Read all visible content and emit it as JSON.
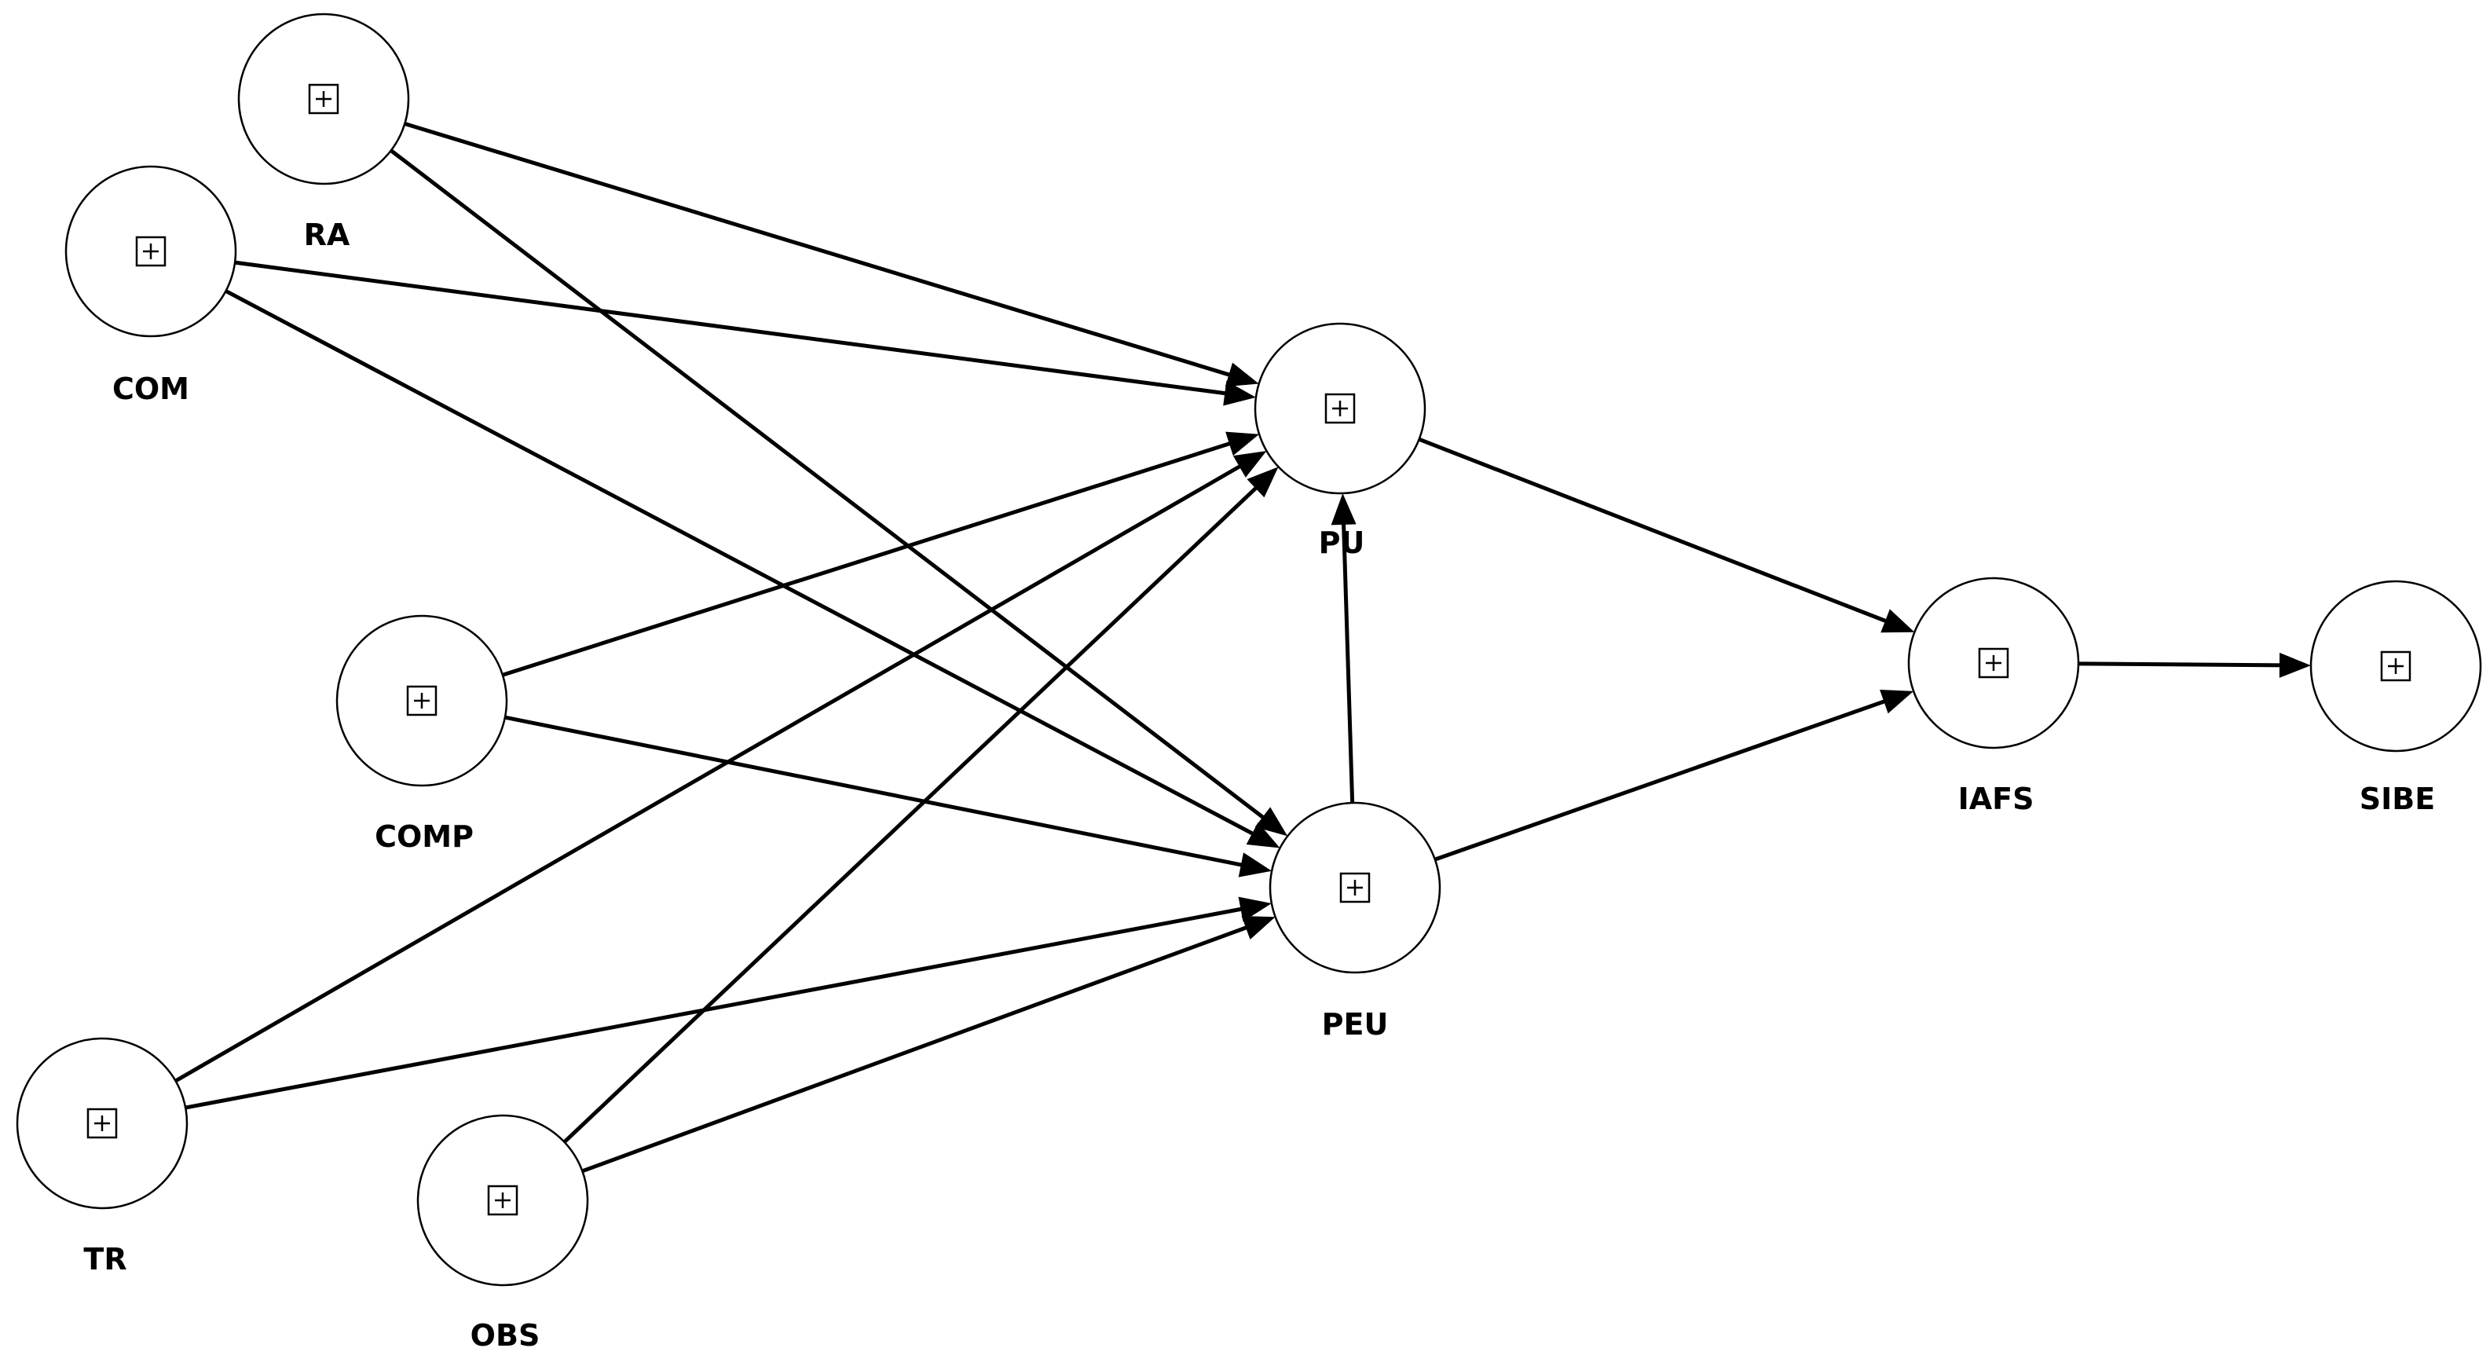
{
  "diagram": {
    "type": "path-model",
    "nodes": [
      {
        "id": "RA",
        "label": "RA",
        "icon": "expand-plus-icon"
      },
      {
        "id": "COM",
        "label": "COM",
        "icon": "expand-plus-icon"
      },
      {
        "id": "COMP",
        "label": "COMP",
        "icon": "expand-plus-icon"
      },
      {
        "id": "TR",
        "label": "TR",
        "icon": "expand-plus-icon"
      },
      {
        "id": "OBS",
        "label": "OBS",
        "icon": "expand-plus-icon"
      },
      {
        "id": "PU",
        "label": "PU",
        "icon": "expand-plus-icon"
      },
      {
        "id": "PEU",
        "label": "PEU",
        "icon": "expand-plus-icon"
      },
      {
        "id": "IAFS",
        "label": "IAFS",
        "icon": "expand-plus-icon"
      },
      {
        "id": "SIBE",
        "label": "SIBE",
        "icon": "expand-plus-icon"
      }
    ],
    "edges": [
      {
        "from": "RA",
        "to": "PU"
      },
      {
        "from": "RA",
        "to": "PEU"
      },
      {
        "from": "COM",
        "to": "PU"
      },
      {
        "from": "COM",
        "to": "PEU"
      },
      {
        "from": "COMP",
        "to": "PU"
      },
      {
        "from": "COMP",
        "to": "PEU"
      },
      {
        "from": "TR",
        "to": "PU"
      },
      {
        "from": "TR",
        "to": "PEU"
      },
      {
        "from": "OBS",
        "to": "PU"
      },
      {
        "from": "OBS",
        "to": "PEU"
      },
      {
        "from": "PEU",
        "to": "PU"
      },
      {
        "from": "PU",
        "to": "IAFS"
      },
      {
        "from": "PEU",
        "to": "IAFS"
      },
      {
        "from": "IAFS",
        "to": "SIBE"
      }
    ]
  }
}
